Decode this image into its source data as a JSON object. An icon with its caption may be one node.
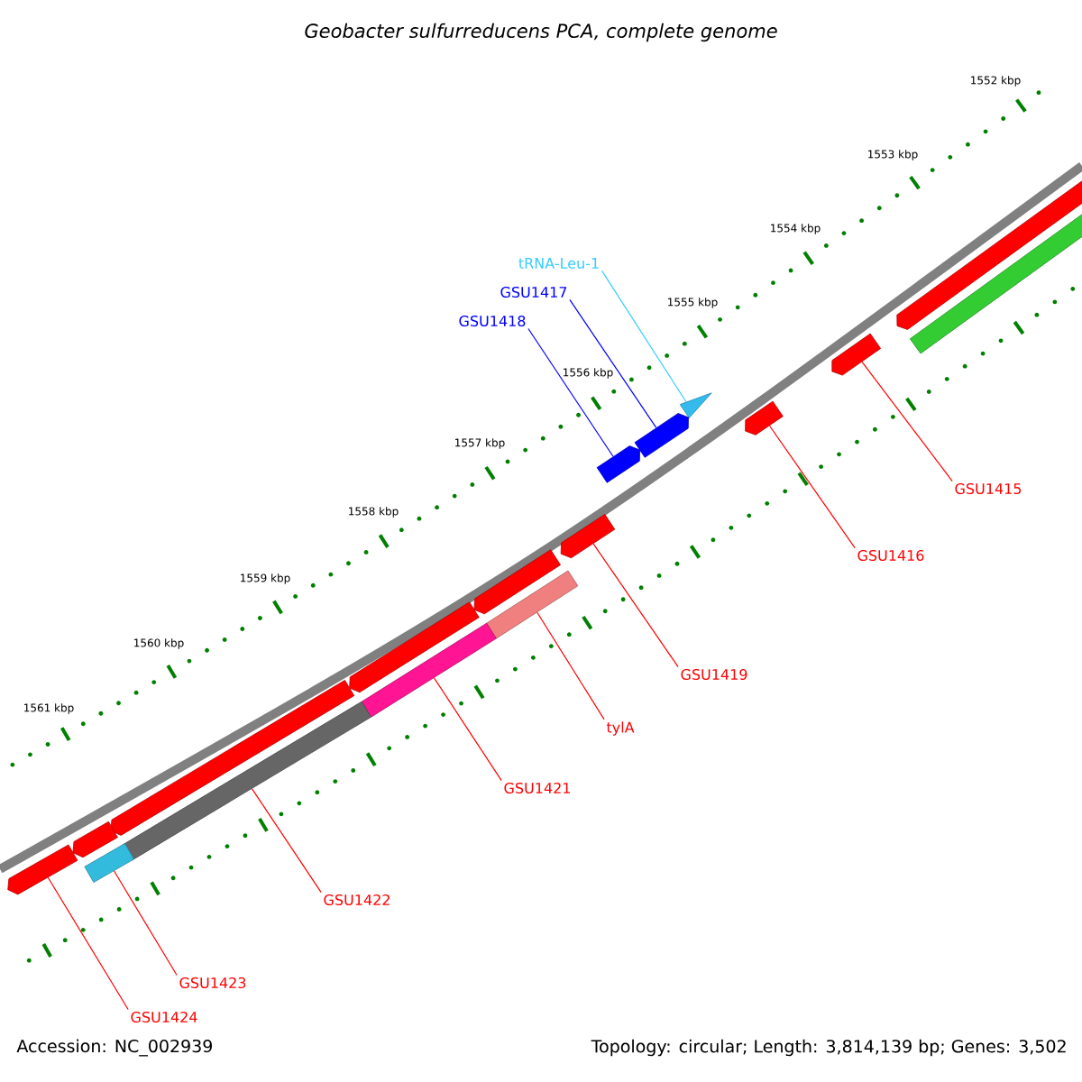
{
  "diagram": {
    "title": "Geobacter sulfurreducens PCA, complete genome",
    "nodes": [
      {
        "text": [
          "tRNA-Leu-1"
        ]
      },
      {
        "text": [
          "GSU1417"
        ]
      },
      {
        "text": [
          "GSU1418"
        ]
      },
      {
        "text": [
          "GSU1415"
        ]
      },
      {
        "text": [
          "GSU1416"
        ]
      },
      {
        "text": [
          "GSU1419"
        ]
      },
      {
        "text": [
          "tylA"
        ]
      },
      {
        "text": [
          "GSU1421"
        ]
      },
      {
        "text": [
          "GSU1422"
        ]
      },
      {
        "text": [
          "GSU1423"
        ]
      },
      {
        "text": [
          "GSU1424"
        ]
      },
      {
        "text": [],
        "shape": "triangle"
      },
      {
        "text": [],
        "shape": "arrow"
      },
      {
        "text": [],
        "shape": "arrow"
      },
      {
        "text": [],
        "shape": "arrow"
      },
      {
        "text": [],
        "shape": "arrow"
      },
      {
        "text": [],
        "shape": "arrow"
      },
      {
        "text": [],
        "shape": "bar"
      },
      {
        "text": [],
        "shape": "bar"
      },
      {
        "text": [],
        "shape": "bar"
      },
      {
        "text": [],
        "shape": "bar"
      },
      {
        "text": [],
        "shape": "arrow"
      },
      {
        "text": [],
        "shape": "arrow"
      },
      {
        "text": [],
        "shape": "bar"
      },
      {
        "text": [],
        "shape": "arrow"
      },
      {
        "text": [],
        "shape": "arrow"
      },
      {
        "text": [],
        "shape": "arrow"
      },
      {
        "text": [],
        "shape": "arrow"
      }
    ],
    "edges": [
      {
        "from": 0,
        "to": 11,
        "arrow": "none",
        "color": "#33ccff"
      },
      {
        "from": 1,
        "to": 12,
        "arrow": "none",
        "color": "#0000ff"
      },
      {
        "from": 2,
        "to": 13,
        "arrow": "none",
        "color": "#0000ff"
      },
      {
        "from": 3,
        "to": 14,
        "arrow": "none"
      },
      {
        "from": 4,
        "to": 15,
        "arrow": "none"
      },
      {
        "from": 5,
        "to": 16,
        "arrow": "none"
      },
      {
        "from": 6,
        "to": 17,
        "arrow": "none"
      },
      {
        "from": 7,
        "to": 18,
        "arrow": "none"
      },
      {
        "from": 8,
        "to": 19,
        "arrow": "none"
      },
      {
        "from": 9,
        "to": 20,
        "arrow": "none"
      },
      {
        "from": 10,
        "to": 21,
        "arrow": "none"
      }
    ],
    "labels": [
      "1552 kbp",
      "1553 kbp",
      "1554 kbp",
      "1555 kbp",
      "1556 kbp",
      "1557 kbp",
      "1558 kbp",
      "1559 kbp",
      "1560 kbp",
      "1561 kbp",
      "Accession: NC_002939",
      "Topology: circular; Length: 3,814,139 bp; Genes: 3,502"
    ]
  }
}
